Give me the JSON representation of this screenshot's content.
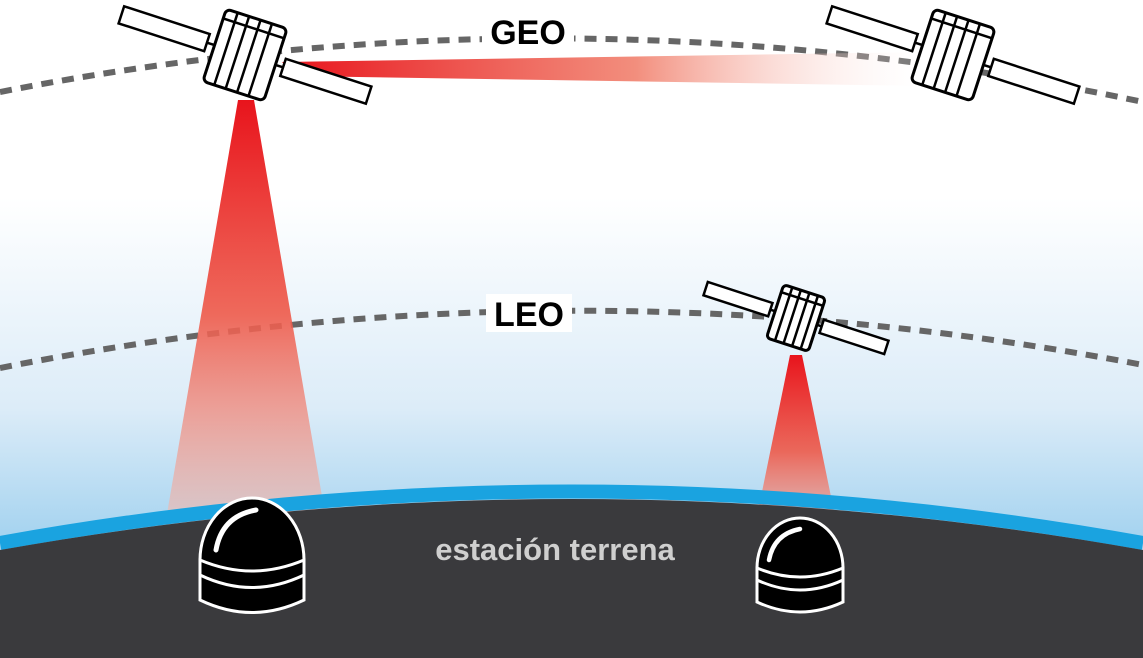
{
  "labels": {
    "geo": "GEO",
    "leo": "LEO",
    "ground": "estación terrena"
  },
  "colors": {
    "beam": "#e8141c",
    "atmosphere_edge": "#1aa3e0",
    "sky_low": "#7cc0e8",
    "ground": "#3a3a3d",
    "orbit": "#666666",
    "ground_label": "#cfcfcf"
  },
  "icons": [
    "satellite-icon",
    "ground-station-dome-icon"
  ]
}
